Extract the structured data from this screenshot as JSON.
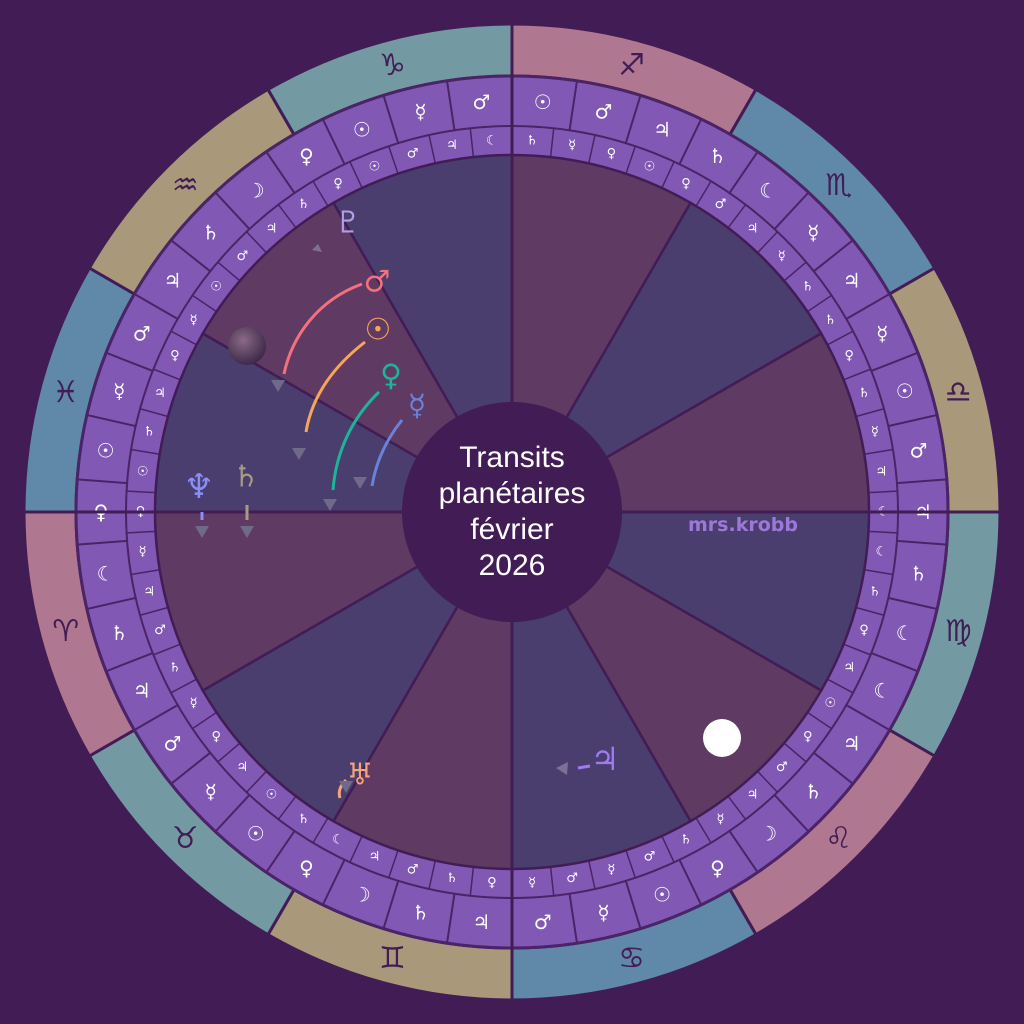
{
  "title_lines": [
    "Transits",
    "planétaires",
    "février",
    "2026"
  ],
  "watermark": "mrs.krobb",
  "colors": {
    "background": "#421c55",
    "ring": "#8159b4",
    "ring_line": "#4a2466",
    "zodiac_fire": "#b07890",
    "zodiac_earth": "#a9987a",
    "zodiac_air": "#7399a3",
    "zodiac_water": "#5f88a9",
    "house_a": "#5f3a63",
    "house_b": "#4a3e6e",
    "mars": "#f4707c",
    "sun": "#f7a657",
    "venus": "#1fb39a",
    "mercury": "#6a82da",
    "neptune": "#8a8ef7",
    "saturn": "#a99a85",
    "uranus": "#f4a478",
    "jupiter": "#a07af0",
    "pluto": "#b39ee6",
    "moon_full": "#ffffff"
  },
  "zodiac_signs": [
    {
      "name": "capricorn-sign",
      "glyph": "♑"
    },
    {
      "name": "sagittarius-sign",
      "glyph": "♐"
    },
    {
      "name": "scorpio-sign",
      "glyph": "♏"
    },
    {
      "name": "libra-sign",
      "glyph": "♎"
    },
    {
      "name": "virgo-sign",
      "glyph": "♍"
    },
    {
      "name": "leo-sign",
      "glyph": "♌"
    },
    {
      "name": "cancer-sign",
      "glyph": "♋"
    },
    {
      "name": "gemini-sign",
      "glyph": "♊"
    },
    {
      "name": "taurus-sign",
      "glyph": "♉"
    },
    {
      "name": "aries-sign",
      "glyph": "♈"
    },
    {
      "name": "pisces-sign",
      "glyph": "♓"
    },
    {
      "name": "aquarius-sign",
      "glyph": "♒"
    }
  ],
  "daily_moon_ring": [
    "♄",
    "☿",
    "♀",
    "☉",
    "♀",
    "♂",
    "♃",
    "☿",
    "♄",
    "♄",
    "♀",
    "♄",
    "☿",
    "♃",
    "☾",
    "☾",
    "♄",
    "♀",
    "♃",
    "☉",
    "♀",
    "♂",
    "♃",
    "☿",
    "♄",
    "♂",
    "☿",
    "♂",
    "☿",
    "♀",
    "♄",
    "♂",
    "♃",
    "☾",
    "♄",
    "☉",
    "♃",
    "♀",
    "☿",
    "♄",
    "♂",
    "♃",
    "☿",
    "♀",
    "☉",
    "♄",
    "♃",
    "♀",
    "☿",
    "☉",
    "♂",
    "♃",
    "♄",
    "♀",
    "☉",
    "♂",
    "♃",
    "☾"
  ],
  "daily_ruler_ring": [
    "☉",
    "♂",
    "♃",
    "♄",
    "☾",
    "☿",
    "♃",
    "☿",
    "☉",
    "♂",
    "♃",
    "♄",
    "☾",
    "☾",
    "♃",
    "♄",
    "☽",
    "♀",
    "☉",
    "☿",
    "♂",
    "♃",
    "♄",
    "☽",
    "♀",
    "☉",
    "☿",
    "♂",
    "♃",
    "♄",
    "☾",
    "♀",
    "☉",
    "☿",
    "♂",
    "♃",
    "♄",
    "☽",
    "♀",
    "☉",
    "☿",
    "♂"
  ],
  "planets": [
    {
      "name": "mars",
      "glyph": "♂"
    },
    {
      "name": "sun",
      "glyph": "☉"
    },
    {
      "name": "venus",
      "glyph": "♀"
    },
    {
      "name": "mercury",
      "glyph": "☿"
    },
    {
      "name": "neptune",
      "glyph": "♆"
    },
    {
      "name": "saturn",
      "glyph": "♄"
    },
    {
      "name": "pluto",
      "glyph": "♇"
    },
    {
      "name": "uranus",
      "glyph": "♅"
    },
    {
      "name": "jupiter",
      "glyph": "♃"
    }
  ]
}
